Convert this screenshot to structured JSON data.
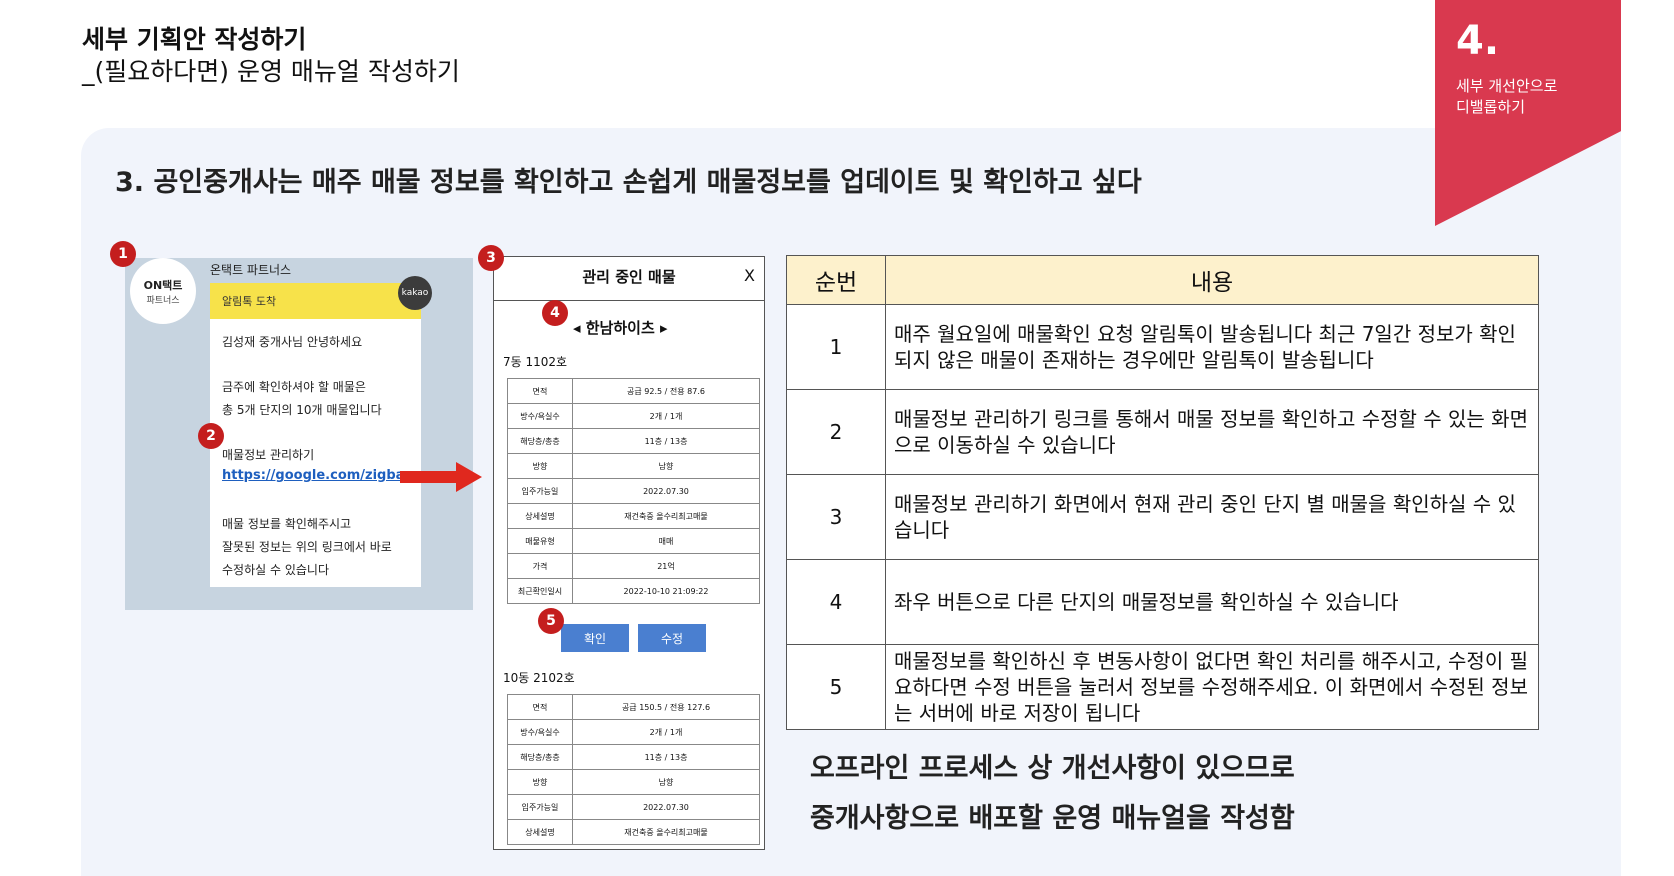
{
  "header": {
    "title": "세부 기획안 작성하기",
    "subtitle": "_(필요하다면) 운영 매뉴얼 작성하기"
  },
  "ribbon": {
    "number": "4.",
    "text_line1": "세부 개선안으로",
    "text_line2": "디밸롭하기"
  },
  "headline": "3. 공인중개사는 매주 매물 정보를 확인하고 손쉽게 매물정보를 업데이트 및 확인하고 싶다",
  "badges": [
    "1",
    "2",
    "3",
    "4",
    "5"
  ],
  "kakao": {
    "avatar_line1": "ON택트",
    "avatar_line2": "파트너스",
    "sender": "온택트 파트너스",
    "header": "알림톡 도착",
    "logo": "kakao",
    "greeting": "김성재 중개사님 안녕하세요",
    "line1": "금주에 확인하셔야 할 매물은",
    "line2": "총 5개 단지의 10개 매물입니다",
    "manage_label": "매물정보 관리하기",
    "link": "https://google.com/zigbang",
    "footer1": "매물 정보를 확인해주시고",
    "footer2": "잘못된 정보는 위의 링크에서 바로",
    "footer3": "수정하실 수 있습니다"
  },
  "manage": {
    "title": "관리 중인 매물",
    "close": "X",
    "complex": "◂ 한남하이츠 ▸",
    "unit1": {
      "label": "7동 1102호",
      "rows": [
        {
          "k": "면적",
          "v": "공급 92.5 / 전용 87.6"
        },
        {
          "k": "방수/욕실수",
          "v": "2개 / 1개"
        },
        {
          "k": "해당층/총층",
          "v": "11층 / 13층"
        },
        {
          "k": "방향",
          "v": "남향"
        },
        {
          "k": "입주가능일",
          "v": "2022.07.30"
        },
        {
          "k": "상세설명",
          "v": "재건축중 올수리최고매물"
        },
        {
          "k": "매물유형",
          "v": "매매"
        },
        {
          "k": "가격",
          "v": "21억"
        },
        {
          "k": "최근확인일시",
          "v": "2022-10-10 21:09:22"
        }
      ]
    },
    "confirm_label": "확인",
    "edit_label": "수정",
    "unit2": {
      "label": "10동 2102호",
      "rows": [
        {
          "k": "면적",
          "v": "공급 150.5 / 전용 127.6"
        },
        {
          "k": "방수/욕실수",
          "v": "2개 / 1개"
        },
        {
          "k": "해당층/총층",
          "v": "11층 / 13층"
        },
        {
          "k": "방향",
          "v": "남향"
        },
        {
          "k": "입주가능일",
          "v": "2022.07.30"
        },
        {
          "k": "상세설명",
          "v": "재건축중 올수리최고매물"
        }
      ]
    }
  },
  "table": {
    "headers": [
      "순번",
      "내용"
    ],
    "rows": [
      {
        "num": "1",
        "text": "매주 월요일에 매물확인 요청 알림톡이 발송됩니다 최근 7일간 정보가 확인되지 않은 매물이 존재하는 경우에만 알림톡이 발송됩니다"
      },
      {
        "num": "2",
        "text": "매물정보 관리하기 링크를 통해서 매물 정보를 확인하고 수정할 수 있는 화면으로 이동하실 수 있습니다"
      },
      {
        "num": "3",
        "text": "매물정보 관리하기 화면에서 현재 관리 중인 단지 별 매물을 확인하실 수 있습니다"
      },
      {
        "num": "4",
        "text": "좌우 버튼으로 다른 단지의 매물정보를 확인하실 수 있습니다"
      },
      {
        "num": "5",
        "text": "매물정보를 확인하신 후 변동사항이 없다면 확인 처리를 해주시고, 수정이 필요하다면 수정 버튼을 눌러서 정보를 수정해주세요. 이 화면에서 수정된 정보는 서버에 바로 저장이 됩니다"
      }
    ]
  },
  "summary": {
    "line1": "오프라인 프로세스 상 개선사항이 있으므로",
    "line2": "중개사항으로 배포할 운영 매뉴얼을 작성함"
  }
}
